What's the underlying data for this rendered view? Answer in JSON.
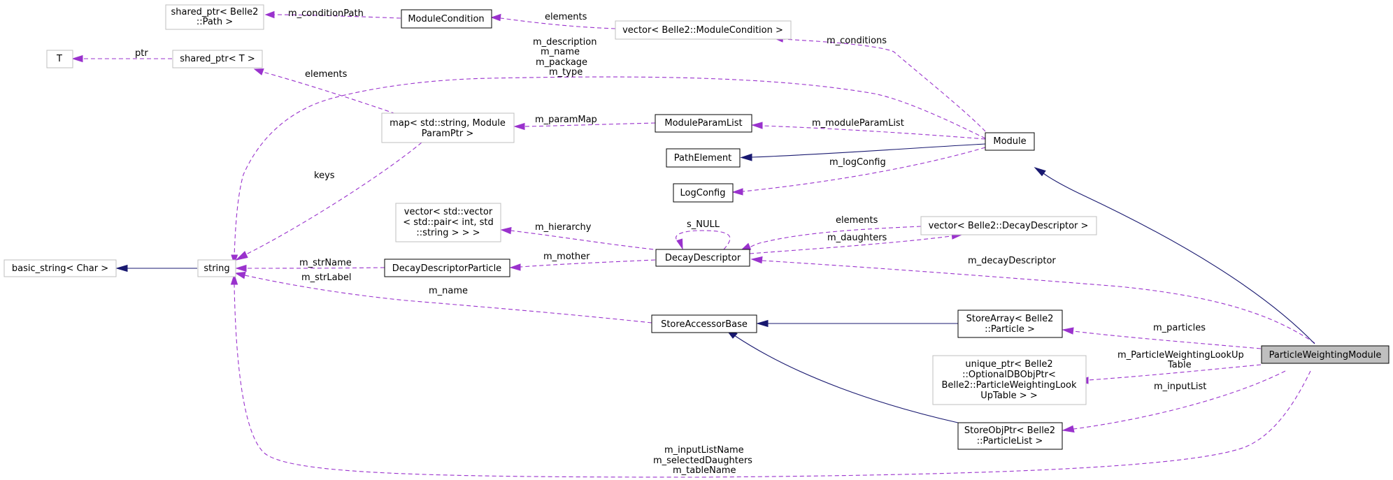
{
  "nodes": {
    "shared_ptr_path": [
      "shared_ptr< Belle2",
      "::Path >"
    ],
    "module_condition": [
      "ModuleCondition"
    ],
    "vector_module_condition": [
      "vector< Belle2::ModuleCondition >"
    ],
    "t": [
      "T"
    ],
    "shared_ptr_t": [
      "shared_ptr< T >"
    ],
    "map_param": [
      "map< std::string, Module",
      "ParamPtr >"
    ],
    "module_param_list": [
      "ModuleParamList"
    ],
    "module": [
      "Module"
    ],
    "path_element": [
      "PathElement"
    ],
    "log_config": [
      "LogConfig"
    ],
    "vector_pair": [
      "vector< std::vector",
      "< std::pair< int, std",
      "::string > > >"
    ],
    "decay_descriptor": [
      "DecayDescriptor"
    ],
    "vector_decay_descriptor": [
      "vector< Belle2::DecayDescriptor >"
    ],
    "basic_string": [
      "basic_string< Char >"
    ],
    "string": [
      "string"
    ],
    "decay_descriptor_particle": [
      "DecayDescriptorParticle"
    ],
    "store_accessor_base": [
      "StoreAccessorBase"
    ],
    "store_array": [
      "StoreArray< Belle2",
      "::Particle >"
    ],
    "particle_weighting_module": [
      "ParticleWeightingModule"
    ],
    "unique_ptr": [
      "unique_ptr< Belle2",
      "::OptionalDBObjPtr<",
      " Belle2::ParticleWeightingLook",
      "UpTable > >"
    ],
    "store_obj_ptr": [
      "StoreObjPtr< Belle2",
      "::ParticleList >"
    ]
  },
  "edges": {
    "condition_path": [
      "m_conditionPath"
    ],
    "elements_condition": [
      "elements"
    ],
    "ptr": [
      "ptr"
    ],
    "elements_map": [
      "elements"
    ],
    "module_members": [
      "m_description",
      "m_name",
      "m_package",
      "m_type"
    ],
    "m_conditions": [
      "m_conditions"
    ],
    "keys": [
      "keys"
    ],
    "m_param_map": [
      "m_paramMap"
    ],
    "m_module_param_list": [
      "m_moduleParamList"
    ],
    "m_log_config": [
      "m_logConfig"
    ],
    "m_hierarchy": [
      "m_hierarchy"
    ],
    "s_null": [
      "s_NULL"
    ],
    "elements_decay": [
      "elements"
    ],
    "m_daughters": [
      "m_daughters"
    ],
    "str_label": [
      "m_strLabel",
      "m_strName"
    ],
    "m_mother": [
      "m_mother"
    ],
    "m_decay_descriptor": [
      "m_decayDescriptor"
    ],
    "m_name": [
      "m_name"
    ],
    "m_particles": [
      "m_particles"
    ],
    "m_lookup_table": [
      "m_ParticleWeightingLookUp",
      "Table"
    ],
    "m_input_list": [
      "m_inputList"
    ],
    "m_input_list_name": [
      "m_inputListName",
      "m_selectedDaughters",
      "m_tableName"
    ]
  }
}
